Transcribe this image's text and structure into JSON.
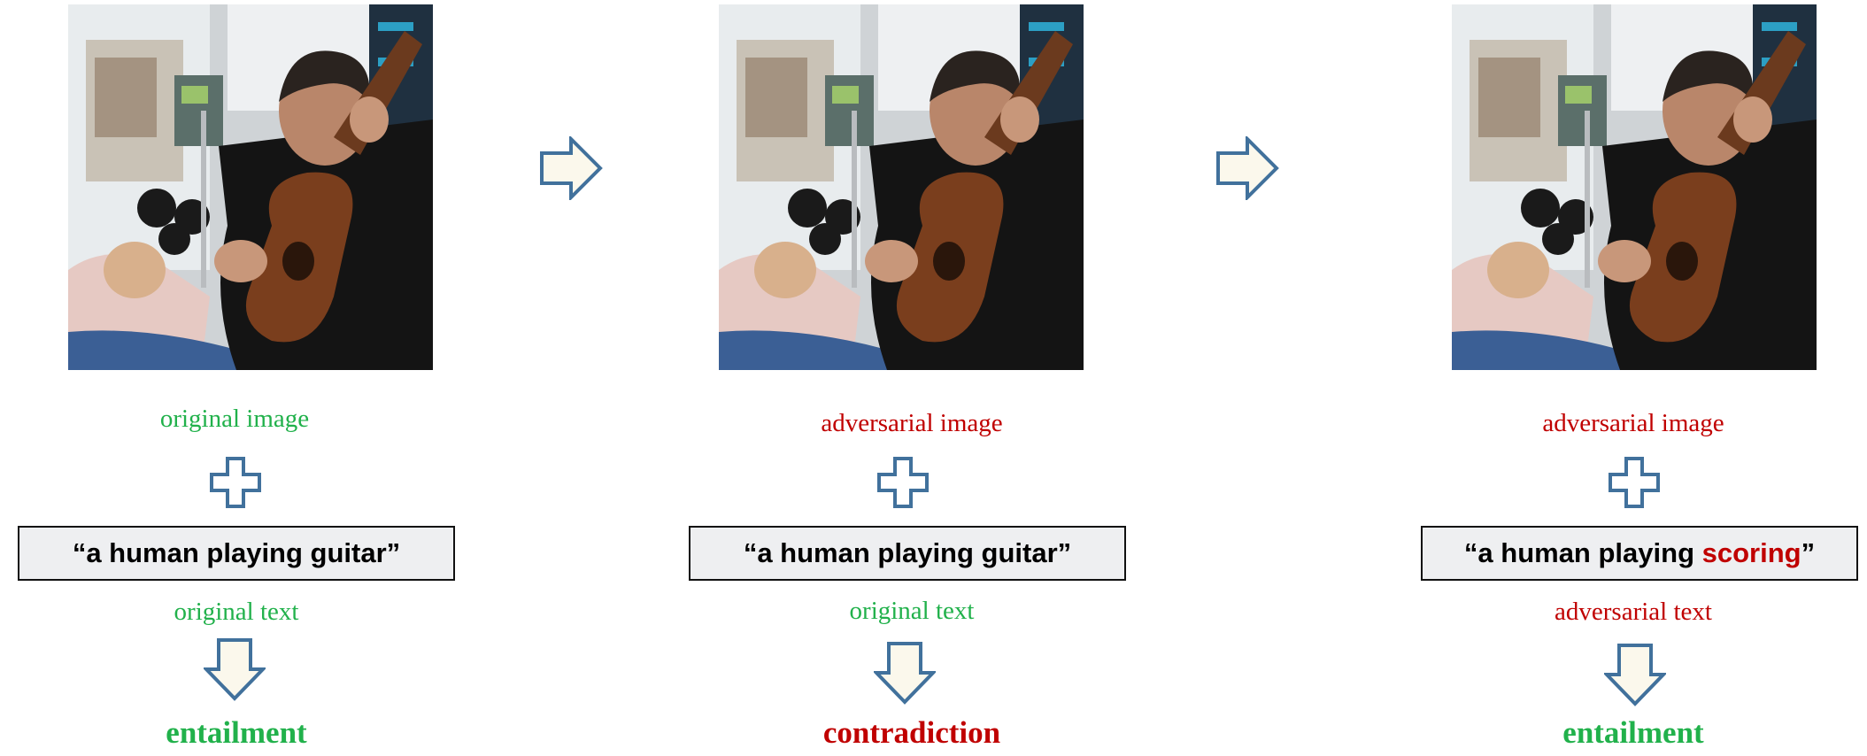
{
  "colors": {
    "green": "#21b14b",
    "red": "#c00000",
    "arrow_fill": "#fbf8ec",
    "arrow_stroke": "#41719c"
  },
  "panels": [
    {
      "image_caption": "original image",
      "image_caption_color": "green",
      "text_prefix": "“a human playing ",
      "text_word": "guitar",
      "text_suffix": "”",
      "text_word_color": "black",
      "text_caption": "original text",
      "text_caption_color": "green",
      "result": "entailment",
      "result_color": "green"
    },
    {
      "image_caption": "adversarial image",
      "image_caption_color": "red",
      "text_prefix": "“a human playing ",
      "text_word": "guitar",
      "text_suffix": "”",
      "text_word_color": "black",
      "text_caption": "original text",
      "text_caption_color": "green",
      "result": "contradiction",
      "result_color": "red"
    },
    {
      "image_caption": "adversarial image",
      "image_caption_color": "red",
      "text_prefix": "“a human playing ",
      "text_word": "scoring",
      "text_suffix": "”",
      "text_word_color": "red",
      "text_caption": "adversarial text",
      "text_caption_color": "red",
      "result": "entailment",
      "result_color": "green"
    }
  ],
  "icons": {
    "step_arrow": "right-arrow-icon",
    "combine": "plus-icon",
    "output_arrow": "down-arrow-icon"
  }
}
